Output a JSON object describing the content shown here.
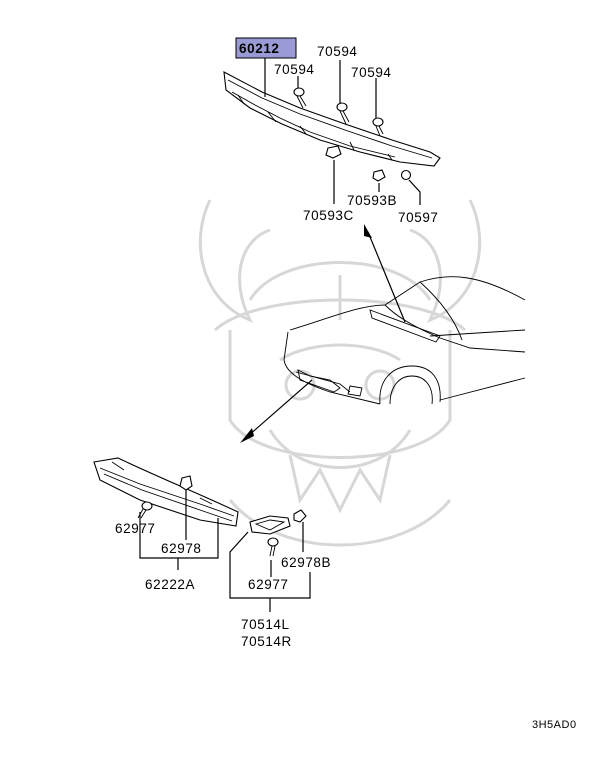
{
  "diagram": {
    "highlight_color": "#9a9ad6",
    "labels": {
      "p60212": "60212",
      "p70594_a": "70594",
      "p70594_b": "70594",
      "p70594_c": "70594",
      "p70593B": "70593B",
      "p70593C": "70593C",
      "p70597": "70597",
      "p62977_a": "62977",
      "p62978": "62978",
      "p62222A": "62222A",
      "p62978B": "62978B",
      "p62977_b": "62977",
      "p70514L": "70514L",
      "p70514R": "70514R"
    },
    "diagram_code": "3H5AD0"
  }
}
